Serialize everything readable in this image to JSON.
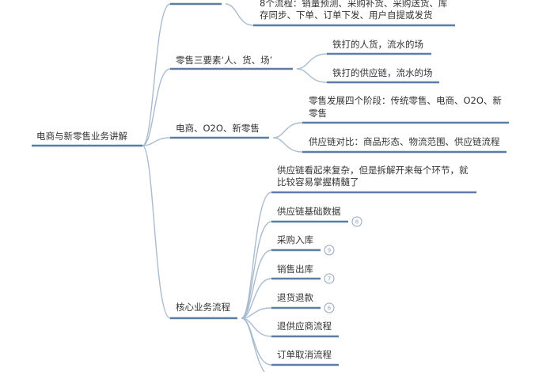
{
  "root": "电商与新零售业务讲解",
  "branches": [
    {
      "label": "",
      "children": [
        {
          "lines": [
            "8个流程：销量预测、采购补货、采购送货、库",
            "存同步、下单、订单下发、用户自提或发货"
          ]
        }
      ]
    },
    {
      "label": "零售三要素‘人、货、场’",
      "children": [
        {
          "lines": [
            "铁打的人货，流水的场"
          ]
        },
        {
          "lines": [
            "铁打的供应链，流水的场"
          ]
        }
      ]
    },
    {
      "label": "电商、O2O、新零售",
      "children": [
        {
          "lines": [
            "零售发展四个阶段：传统零售、电商、O2O、新",
            "零售"
          ]
        },
        {
          "lines": [
            "供应链对比：商品形态、物流范围、供应链流程"
          ]
        }
      ]
    },
    {
      "label": "核心业务流程",
      "children": [
        {
          "lines": [
            "供应链看起来复杂，但是拆解开来每个环节，就",
            "比较容易掌握精髓了"
          ]
        },
        {
          "lines": [
            "供应链基础数据"
          ],
          "badge": "8"
        },
        {
          "lines": [
            "采购入库"
          ],
          "badge": "9"
        },
        {
          "lines": [
            "销售出库"
          ],
          "badge": "7"
        },
        {
          "lines": [
            "退货退款"
          ],
          "badge": "6"
        },
        {
          "lines": [
            "退供应商流程"
          ]
        },
        {
          "lines": [
            "订单取消流程"
          ]
        }
      ]
    }
  ],
  "colors": {
    "underline": "#5a7ca6",
    "connector": "#a9bccf"
  }
}
